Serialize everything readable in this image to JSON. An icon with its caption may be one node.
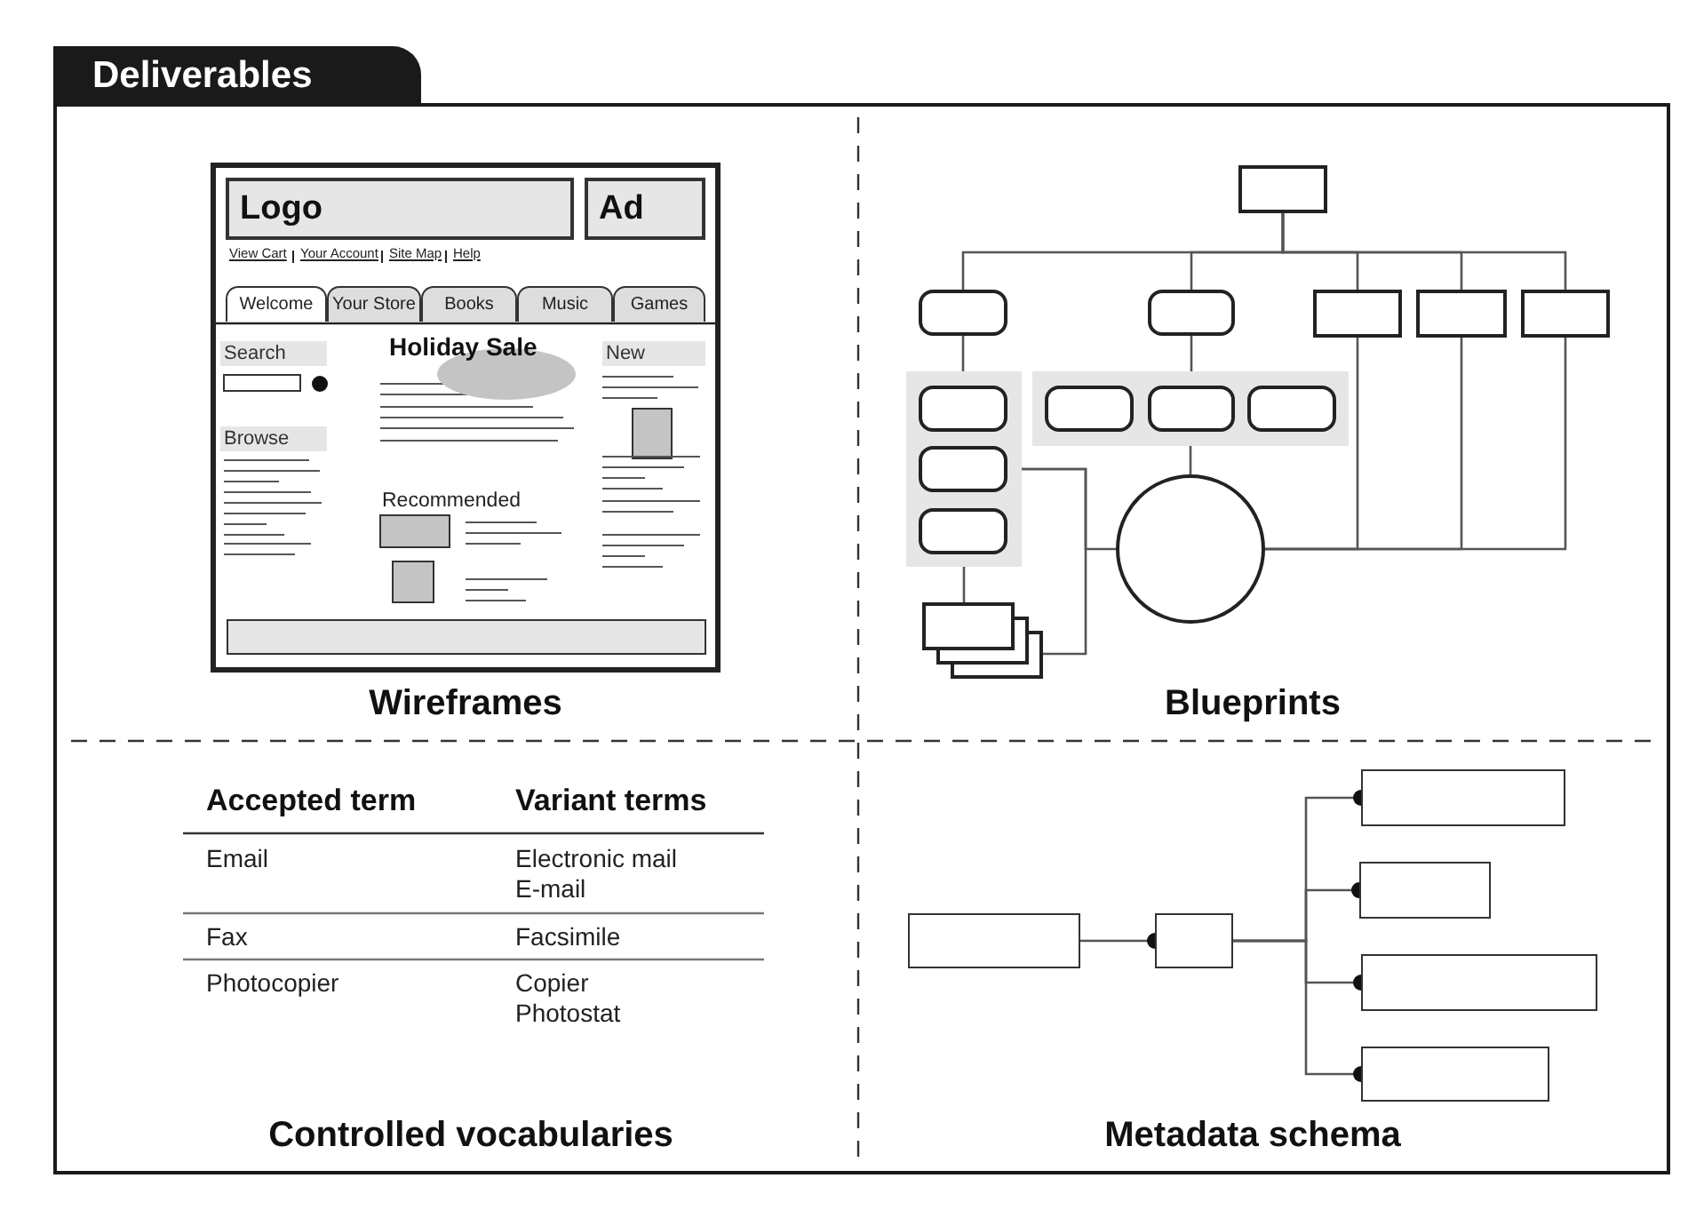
{
  "diagram": {
    "title": "Deliverables",
    "nodes": [
      {
        "text": [
          "Logo"
        ]
      },
      {
        "text": [
          "Ad"
        ]
      },
      {
        "text": [
          "Welcome"
        ]
      },
      {
        "text": [
          "Your Store"
        ]
      },
      {
        "text": [
          "Books"
        ]
      },
      {
        "text": [
          "Music"
        ]
      },
      {
        "text": [
          "Games"
        ]
      },
      {
        "text": [
          "Search"
        ]
      },
      {
        "text": [
          "Browse"
        ]
      },
      {
        "text": [
          "New"
        ]
      },
      {
        "text": [],
        "shape": "box"
      },
      {
        "text": [],
        "shape": "rounded"
      },
      {
        "text": [],
        "shape": "rounded"
      },
      {
        "text": [],
        "shape": "box"
      },
      {
        "text": [],
        "shape": "box"
      },
      {
        "text": [],
        "shape": "box"
      },
      {
        "text": [],
        "shape": "band"
      },
      {
        "text": [],
        "shape": "rounded",
        "in": 16
      },
      {
        "text": [],
        "shape": "rounded",
        "in": 16
      },
      {
        "text": [],
        "shape": "rounded",
        "in": 16
      },
      {
        "text": [],
        "shape": "band"
      },
      {
        "text": [],
        "shape": "rounded",
        "in": 20
      },
      {
        "text": [],
        "shape": "rounded",
        "in": 20
      },
      {
        "text": [],
        "shape": "rounded",
        "in": 20
      },
      {
        "text": [],
        "shape": "circle"
      },
      {
        "text": [],
        "shape": "stack"
      },
      {
        "text": [],
        "shape": "box"
      },
      {
        "text": [],
        "shape": "box"
      },
      {
        "text": [],
        "shape": "box"
      },
      {
        "text": [],
        "shape": "box"
      },
      {
        "text": [],
        "shape": "box"
      },
      {
        "text": [],
        "shape": "box"
      },
      {
        "text": [],
        "shape": "ellipse"
      }
    ],
    "edges": [
      {
        "from": 10,
        "to": 11,
        "arrow": "none"
      },
      {
        "from": 10,
        "to": 12,
        "arrow": "none"
      },
      {
        "from": 10,
        "to": 13,
        "arrow": "none"
      },
      {
        "from": 10,
        "to": 14,
        "arrow": "none"
      },
      {
        "from": 10,
        "to": 15,
        "arrow": "none"
      },
      {
        "from": 11,
        "to": 16,
        "arrow": "none"
      },
      {
        "from": 12,
        "to": 20,
        "arrow": "none"
      },
      {
        "from": 20,
        "to": 24,
        "arrow": "none"
      },
      {
        "from": 16,
        "to": 25,
        "arrow": "none"
      },
      {
        "from": 18,
        "to": 25,
        "arrow": "none"
      },
      {
        "from": 18,
        "to": 24,
        "arrow": "none"
      },
      {
        "from": 24,
        "to": 13,
        "arrow": "none"
      },
      {
        "from": 24,
        "to": 14,
        "arrow": "none"
      },
      {
        "from": 24,
        "to": 15,
        "arrow": "none"
      },
      {
        "from": 26,
        "to": 27,
        "arrow": "other"
      },
      {
        "from": 27,
        "to": 28,
        "arrow": "other"
      },
      {
        "from": 27,
        "to": 29,
        "arrow": "other"
      },
      {
        "from": 27,
        "to": 30,
        "arrow": "other"
      },
      {
        "from": 27,
        "to": 31,
        "arrow": "other"
      }
    ],
    "labels": [
      "View Cart",
      "Your Account",
      "Site Map",
      "Help",
      "Holiday Sale",
      "Recommended",
      "Wireframes",
      "Blueprints",
      "Accepted term",
      "Variant terms",
      "Email",
      "Electronic mail",
      "E-mail",
      "Fax",
      "Facsimile",
      "Photocopier",
      "Copier",
      "Photostat",
      "Controlled vocabularies",
      "Metadata schema"
    ]
  }
}
